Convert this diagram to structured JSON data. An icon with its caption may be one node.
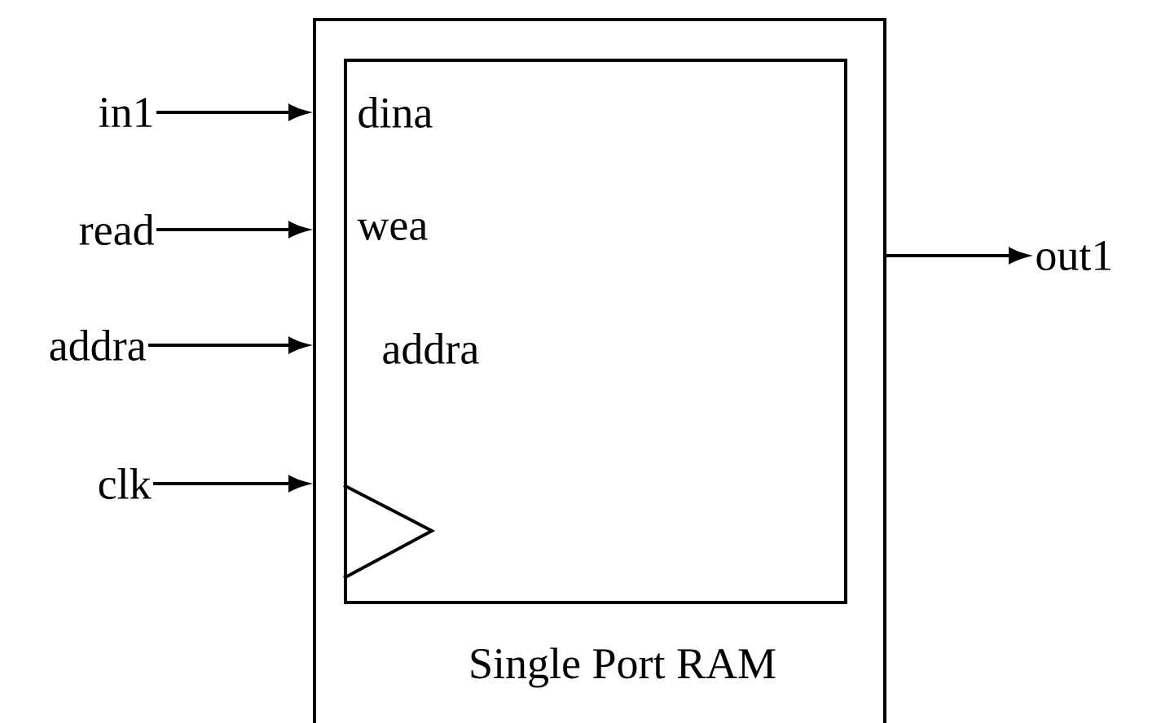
{
  "diagram": {
    "nodes": [
      {
        "text": [
          "Single Port RAM"
        ]
      },
      {
        "text": [
          "dina",
          "wea",
          "addra"
        ],
        "in": 0
      },
      {
        "text": [
          "in1"
        ]
      },
      {
        "text": [
          "read"
        ]
      },
      {
        "text": [
          "addra"
        ]
      },
      {
        "text": [
          "clk"
        ]
      },
      {
        "text": [
          "out1"
        ]
      }
    ],
    "edges": [
      {
        "from": 2,
        "to": 0,
        "arrow": "to"
      },
      {
        "from": 3,
        "to": 0,
        "arrow": "to"
      },
      {
        "from": 4,
        "to": 0,
        "arrow": "to"
      },
      {
        "from": 5,
        "to": 0,
        "arrow": "to"
      },
      {
        "from": 0,
        "to": 6,
        "arrow": "to"
      }
    ]
  }
}
